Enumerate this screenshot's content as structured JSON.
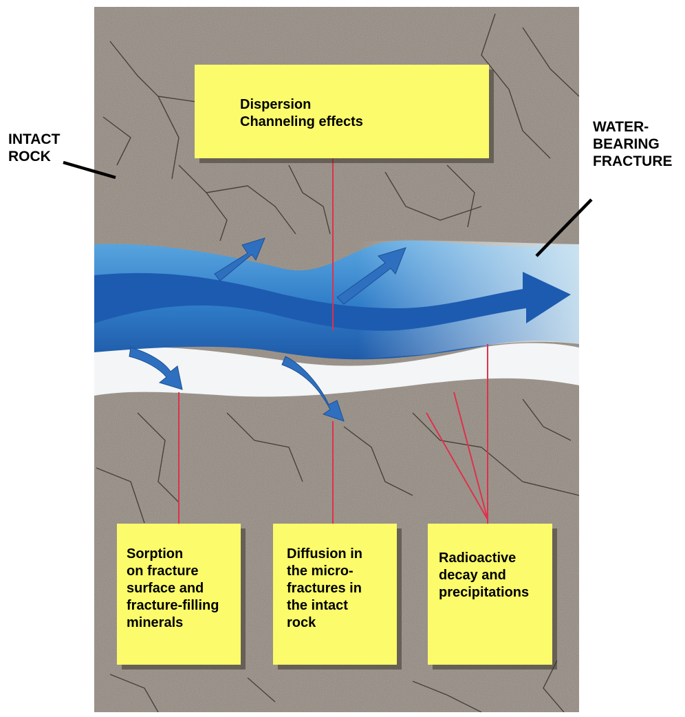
{
  "labels": {
    "intact_rock": [
      "INTACT",
      "ROCK"
    ],
    "water_bearing_fracture": [
      "WATER-",
      "BEARING",
      "FRACTURE"
    ]
  },
  "boxes": {
    "dispersion": [
      "Dispersion",
      "Channeling effects"
    ],
    "sorption": [
      "Sorption",
      "on fracture",
      "surface and",
      "fracture-filling",
      "minerals"
    ],
    "diffusion": [
      "Diffusion in",
      "the micro-",
      "fractures in",
      "the intact",
      "rock"
    ],
    "radioactive": [
      "Radioactive",
      "decay and",
      "precipitations"
    ]
  },
  "colors": {
    "callout": "#fbfb6b",
    "leader_line": "#e0304a",
    "water": "#2f6fc0",
    "arrow": "#1f5fb6",
    "rock": "#9a8f84",
    "fracture_zone": "#f4f6f8"
  }
}
